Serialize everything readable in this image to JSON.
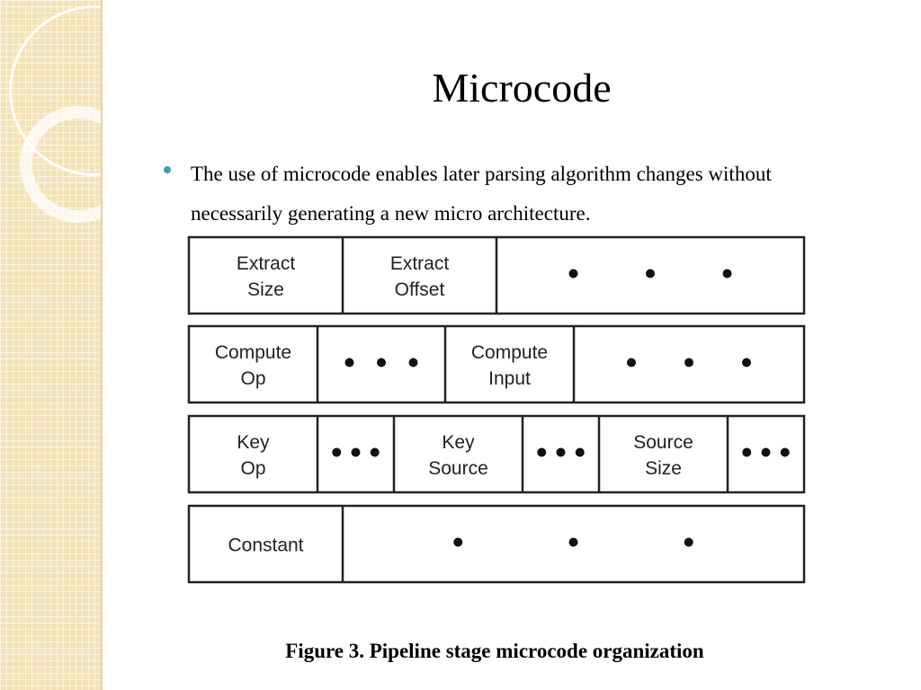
{
  "slide": {
    "title": "Microcode",
    "bullet": "The use of microcode enables later parsing algorithm changes without necessarily generating a new micro architecture."
  },
  "figure": {
    "caption": "Figure 3. Pipeline stage microcode organization",
    "rows": [
      {
        "cells": [
          {
            "lines": [
              "Extract",
              "Size"
            ]
          },
          {
            "lines": [
              "Extract",
              "Offset"
            ]
          },
          {
            "dots": 3
          }
        ]
      },
      {
        "cells": [
          {
            "lines": [
              "Compute",
              "Op"
            ]
          },
          {
            "dots": 3
          },
          {
            "lines": [
              "Compute",
              "Input"
            ]
          },
          {
            "dots": 3
          }
        ]
      },
      {
        "cells": [
          {
            "lines": [
              "Key",
              "Op"
            ]
          },
          {
            "dots": 3
          },
          {
            "lines": [
              "Key",
              "Source"
            ]
          },
          {
            "dots": 3
          },
          {
            "lines": [
              "Source",
              "Size"
            ]
          },
          {
            "dots": 3
          }
        ]
      },
      {
        "cells": [
          {
            "lines": [
              "Constant"
            ]
          },
          {
            "dots": 3
          }
        ]
      }
    ]
  }
}
